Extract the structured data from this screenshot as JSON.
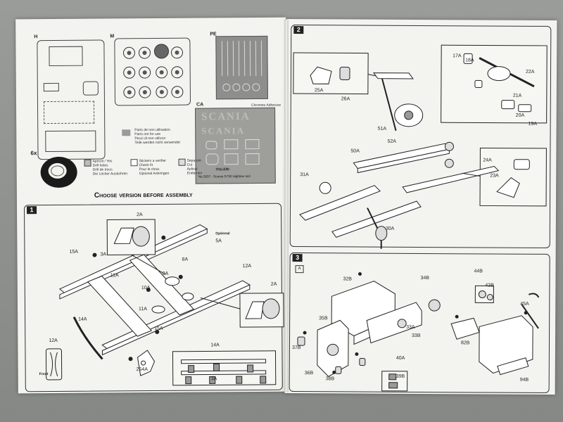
{
  "left_page": {
    "sprue_labels": [
      "H",
      "M",
      "PE",
      "CA"
    ],
    "decal_sheet": {
      "logo_text": "SCANIA",
      "footer": "No.3937 - Scania S730 Highline 4x2",
      "brand": "ITALERI",
      "header": "Chromes Adhesive"
    },
    "tyre_count": "6x",
    "unused_parts_note": [
      "Parts de non utilisation",
      "Parts not for use",
      "Pezzi di non utilizzo",
      "Teile werden nicht verwendet"
    ],
    "legend": [
      {
        "lines": [
          "Apricot / Yes",
          "Drill holes",
          "Drill de trous",
          "Die Löcher Ausbohren"
        ]
      },
      {
        "lines": [
          "Stickers a verifier",
          "Check fit",
          "Pour le choix",
          "Optional Anbringen"
        ]
      },
      {
        "lines": [
          "Separate",
          "Cut",
          "Aplicar",
          "Entfernen"
        ]
      }
    ],
    "heading": "Choose version before assembly",
    "step1": {
      "number": "1",
      "option_label": "Optional",
      "front_label": "Front",
      "part_labels": [
        "2A",
        "5A",
        "15A",
        "3A",
        "8A",
        "11A",
        "9A",
        "10A",
        "11A",
        "2A",
        "12A",
        "14A",
        "12A",
        "15A",
        "254A",
        "14A",
        "3A"
      ]
    }
  },
  "right_page": {
    "step2": {
      "number": "2",
      "part_labels": [
        "17A",
        "18A",
        "22A",
        "25A",
        "26A",
        "21A",
        "20A",
        "19A",
        "51A",
        "50A",
        "52A",
        "24A",
        "23A",
        "31A",
        "30A"
      ]
    },
    "step3": {
      "number": "3",
      "variant": "A",
      "part_labels": [
        "32B",
        "34B",
        "35B",
        "33A",
        "33B",
        "37B",
        "36B",
        "38B",
        "40A",
        "39B",
        "44B",
        "43B",
        "45A",
        "82B",
        "94B"
      ]
    }
  },
  "colors": {
    "page": "#f3f3ef",
    "ink": "#222222",
    "table": "#8a8d8a",
    "decal_sheet": "#9e9e9b",
    "unused_gray": "#9a9a9a"
  }
}
